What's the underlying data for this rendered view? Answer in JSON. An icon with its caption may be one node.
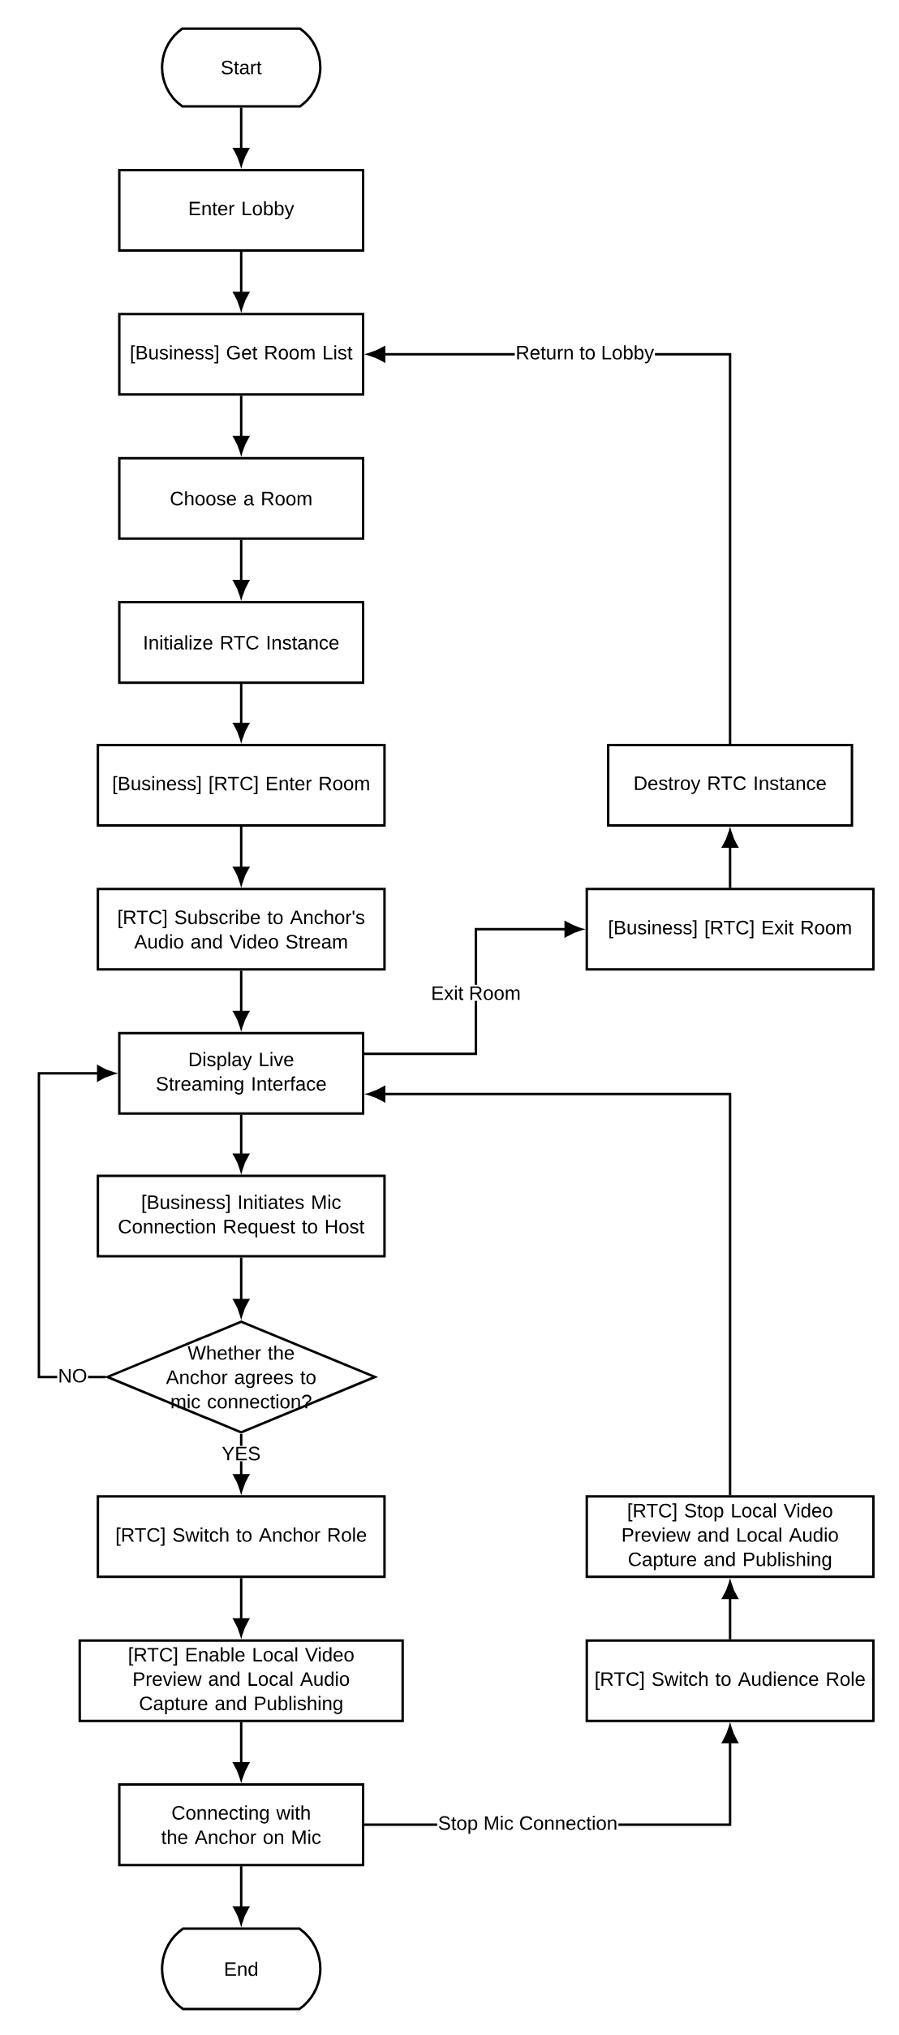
{
  "diagram": {
    "nodes": [
      {
        "text": [
          "Start"
        ]
      },
      {
        "text": [
          "Enter Lobby"
        ]
      },
      {
        "text": [
          "[Business] Get Room List"
        ]
      },
      {
        "text": [
          "Choose a Room"
        ]
      },
      {
        "text": [
          "Initialize RTC Instance"
        ]
      },
      {
        "text": [
          "[Business] [RTC] Enter Room"
        ]
      },
      {
        "text": [
          "[RTC] Subscribe to Anchor's Audio and Video Stream"
        ]
      },
      {
        "text": [
          "Display Live Streaming Interface"
        ]
      },
      {
        "text": [
          "[Business] Initiates Mic Connection Request to Host"
        ]
      },
      {
        "text": [
          "Whether the Anchor agrees to mic connection?"
        ]
      },
      {
        "text": [
          "[RTC] Switch to Anchor Role"
        ]
      },
      {
        "text": [
          "[RTC] Enable Local Video Preview and Local Audio Capture and Publishing"
        ]
      },
      {
        "text": [
          "Connecting with the Anchor on Mic"
        ]
      },
      {
        "text": [
          "End"
        ]
      },
      {
        "text": [
          "Destroy RTC Instance"
        ]
      },
      {
        "text": [
          "[Business] [RTC] Exit Room"
        ]
      },
      {
        "text": [
          "[RTC] Stop Local Video Preview and Local Audio Capture and Publishing"
        ]
      },
      {
        "text": [
          "[RTC] Switch to Audience Role"
        ]
      }
    ],
    "edges": [
      {
        "from": 0,
        "to": 1,
        "arrow": "to"
      },
      {
        "from": 1,
        "to": 2,
        "arrow": "to"
      },
      {
        "from": 2,
        "to": 3,
        "arrow": "to"
      },
      {
        "from": 3,
        "to": 4,
        "arrow": "to"
      },
      {
        "from": 4,
        "to": 5,
        "arrow": "to"
      },
      {
        "from": 5,
        "to": 6,
        "arrow": "to"
      },
      {
        "from": 6,
        "to": 7,
        "arrow": "to"
      },
      {
        "from": 7,
        "to": 8,
        "arrow": "to"
      },
      {
        "from": 8,
        "to": 9,
        "arrow": "to"
      },
      {
        "from": 9,
        "to": 10,
        "arrow": "to",
        "label": "YES"
      },
      {
        "from": 9,
        "to": 7,
        "arrow": "to",
        "label": "NO"
      },
      {
        "from": 10,
        "to": 11,
        "arrow": "to"
      },
      {
        "from": 11,
        "to": 12,
        "arrow": "to"
      },
      {
        "from": 12,
        "to": 13,
        "arrow": "to"
      },
      {
        "from": 7,
        "to": 15,
        "arrow": "to",
        "label": "Exit Room"
      },
      {
        "from": 15,
        "to": 14,
        "arrow": "to"
      },
      {
        "from": 14,
        "to": 2,
        "arrow": "to",
        "label": "Return to Lobby"
      },
      {
        "from": 12,
        "to": 17,
        "arrow": "to",
        "label": "Stop Mic Connection"
      },
      {
        "from": 17,
        "to": 16,
        "arrow": "to"
      },
      {
        "from": 16,
        "to": 7,
        "arrow": "to"
      }
    ]
  }
}
